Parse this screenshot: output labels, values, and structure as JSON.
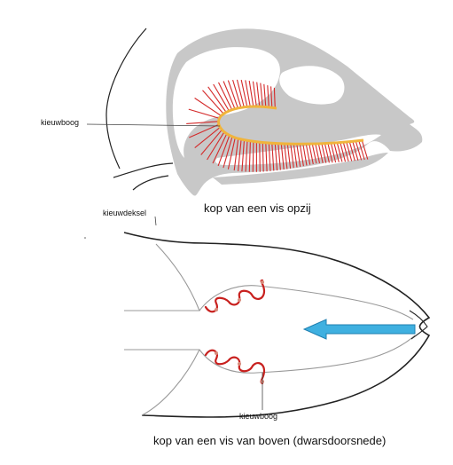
{
  "labels": {
    "gill_arch_top": "kieuwboog",
    "gill_cover": "kieuwdeksel",
    "gill_arch_bottom": "kieuwboog"
  },
  "captions": {
    "side_view": "kop van een vis  opzij",
    "top_view": "kop van een vis van boven (dwarsdoorsnede)"
  },
  "colors": {
    "bone": "#c8c8c8",
    "bone_dark": "#b9b9b9",
    "outline": "#222222",
    "filament": "#d42a2a",
    "arch": "#f0b43c",
    "arrow": "#3fb0e0",
    "arrow_stroke": "#1f7fb0",
    "gill_loop": "#c8201e"
  },
  "arrow": {
    "direction": "left"
  }
}
